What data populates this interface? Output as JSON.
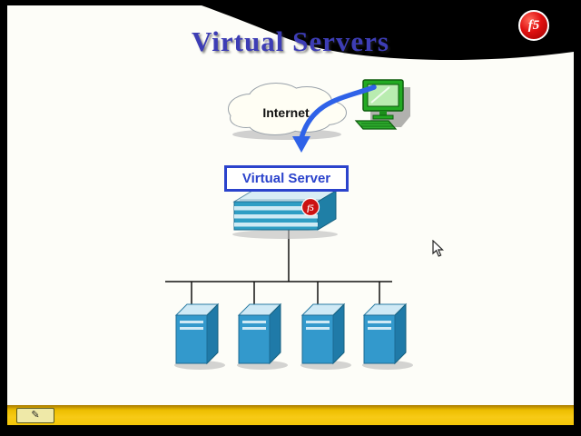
{
  "slide": {
    "title": "Virtual Servers",
    "logo": {
      "text": "f5"
    }
  },
  "diagram": {
    "internet_label": "Internet",
    "virtual_server_label": "Virtual Server",
    "appliance_logo": "f5",
    "server_count": 4
  },
  "toolbar": {
    "pen_tool_glyph": "✎"
  },
  "colors": {
    "title-blue": "#3d3db5",
    "box-blue": "#2b43cc",
    "arrow-blue": "#2f62e8",
    "server-blue": "#3399cc",
    "server-side-blue": "#1f7aa8",
    "server-top-blue": "#cfe9f5",
    "f5-red": "#cc1111",
    "bar-yellow": "#f2c100"
  }
}
